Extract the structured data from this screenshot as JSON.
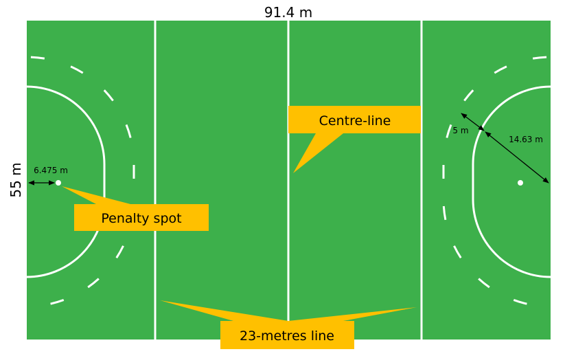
{
  "dimensions": {
    "length": "91.4 m",
    "width": "55 m"
  },
  "measurements": {
    "penalty_spot_distance": "6.475 m",
    "dashed_offset": "5 m",
    "circle_radius": "14.63 m"
  },
  "callouts": {
    "centre_line": "Centre-line",
    "penalty_spot": "Penalty spot",
    "line_23m": "23-metres line"
  },
  "colors": {
    "pitch": "#3db04b",
    "lines": "#ffffff",
    "callout": "#ffc000",
    "text": "#000000"
  }
}
